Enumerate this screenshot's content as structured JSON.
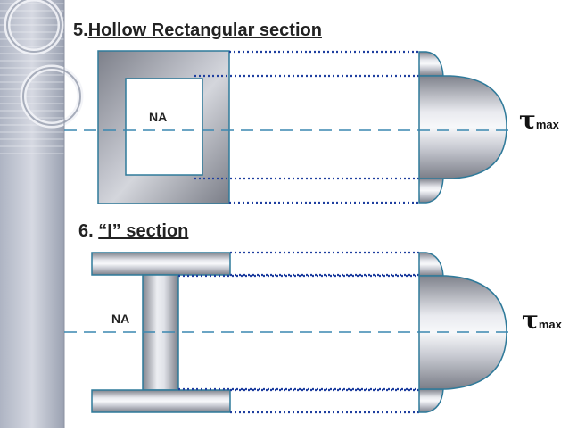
{
  "sections": [
    {
      "number": "5.",
      "title": "Hollow Rectangular section",
      "neutral_axis_label": "NA",
      "stress_symbol": "τ",
      "stress_subscript": "max"
    },
    {
      "number": "6. ",
      "title": "“I” section",
      "neutral_axis_label": "NA",
      "stress_symbol": "τ",
      "stress_subscript": "max"
    }
  ],
  "colors": {
    "steel_dark": "#8a8c95",
    "steel_light": "#f2f3f6",
    "outline": "#2f7a9a",
    "dashed_line": "#3a87b0",
    "dotted_line": "#1f3f9f",
    "sidebar_dark": "#9ca3b3",
    "sidebar_light": "#d9dde6"
  }
}
